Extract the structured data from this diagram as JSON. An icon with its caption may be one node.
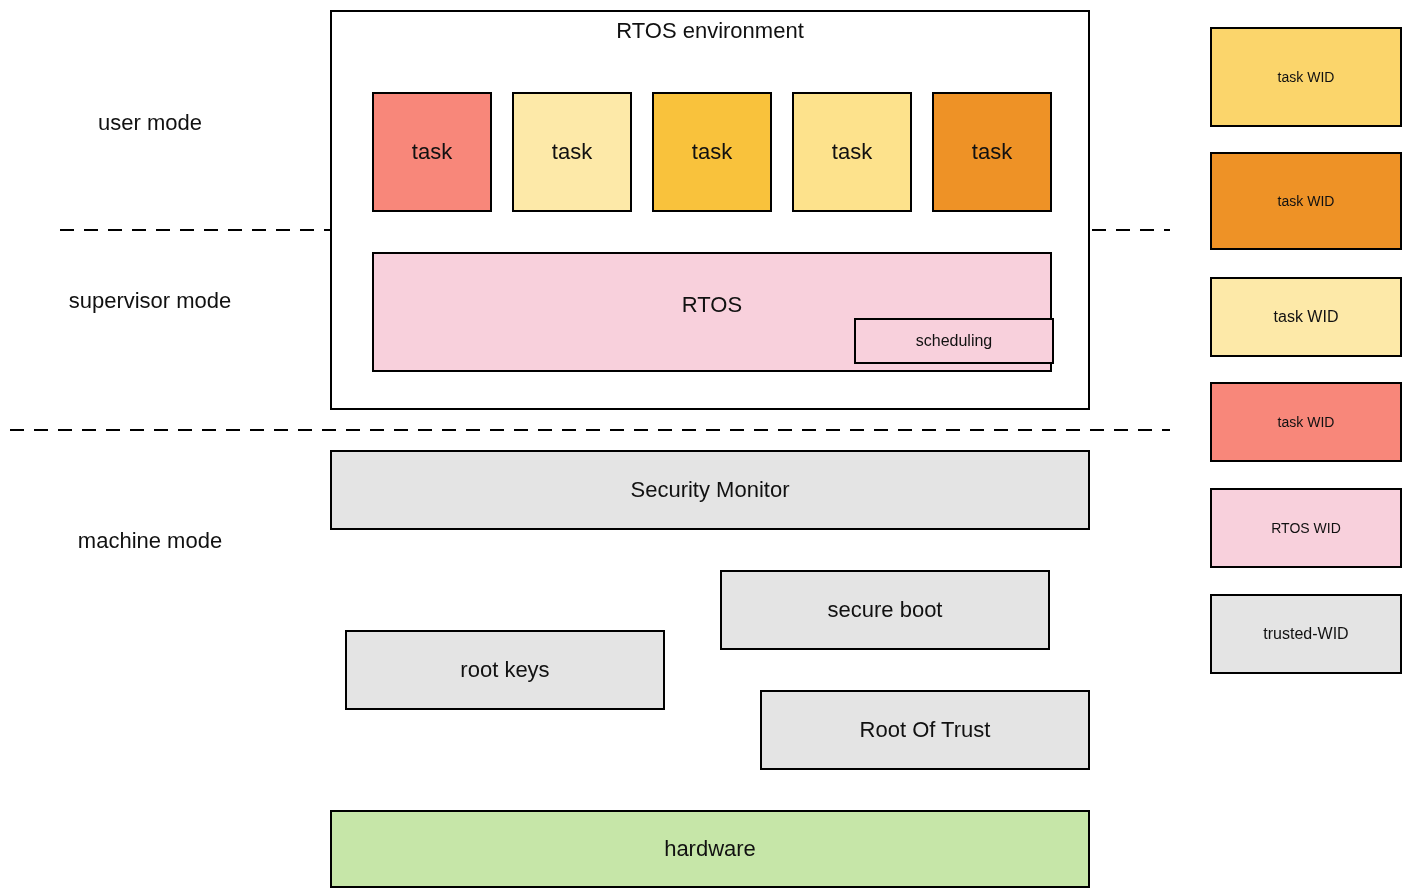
{
  "diagram": {
    "nodes": [
      {
        "text": [
          "RTOS environment"
        ]
      },
      {
        "text": [
          "task"
        ],
        "in": 0
      },
      {
        "text": [
          "task"
        ],
        "in": 0
      },
      {
        "text": [
          "task"
        ],
        "in": 0
      },
      {
        "text": [
          "task"
        ],
        "in": 0
      },
      {
        "text": [
          "task"
        ],
        "in": 0
      },
      {
        "text": [
          "RTOS"
        ],
        "in": 0
      },
      {
        "text": [
          "scheduling"
        ],
        "in": 6
      },
      {
        "text": [
          "Security Monitor"
        ]
      },
      {
        "text": [
          "secure boot"
        ]
      },
      {
        "text": [
          "root keys"
        ]
      },
      {
        "text": [
          "Root Of Trust"
        ]
      },
      {
        "text": [
          "hardware"
        ]
      },
      {
        "text": [
          "task WID"
        ]
      },
      {
        "text": [
          "task WID"
        ]
      },
      {
        "text": [
          "task WID"
        ]
      },
      {
        "text": [
          "task WID"
        ]
      },
      {
        "text": [
          "RTOS WID"
        ]
      },
      {
        "text": [
          "trusted-WID"
        ]
      }
    ],
    "labels": [
      "user mode",
      "supervisor mode",
      "machine mode"
    ]
  }
}
